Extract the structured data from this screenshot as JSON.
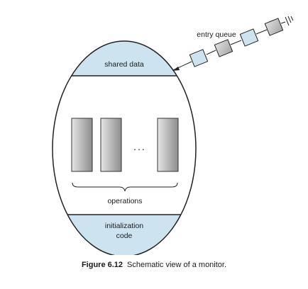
{
  "diagram": {
    "entry_queue_label": "entry queue",
    "shared_data_label": "shared data",
    "ellipsis": "...",
    "operations_label": "operations",
    "initialization_line1": "initialization",
    "initialization_line2": "code"
  },
  "caption": {
    "figure_number": "Figure 6.12",
    "text": "Schematic view of a monitor."
  },
  "colors": {
    "blue_fill": "#cde4f0",
    "gray_fill": "#c8c8c8",
    "outline": "#222222"
  }
}
